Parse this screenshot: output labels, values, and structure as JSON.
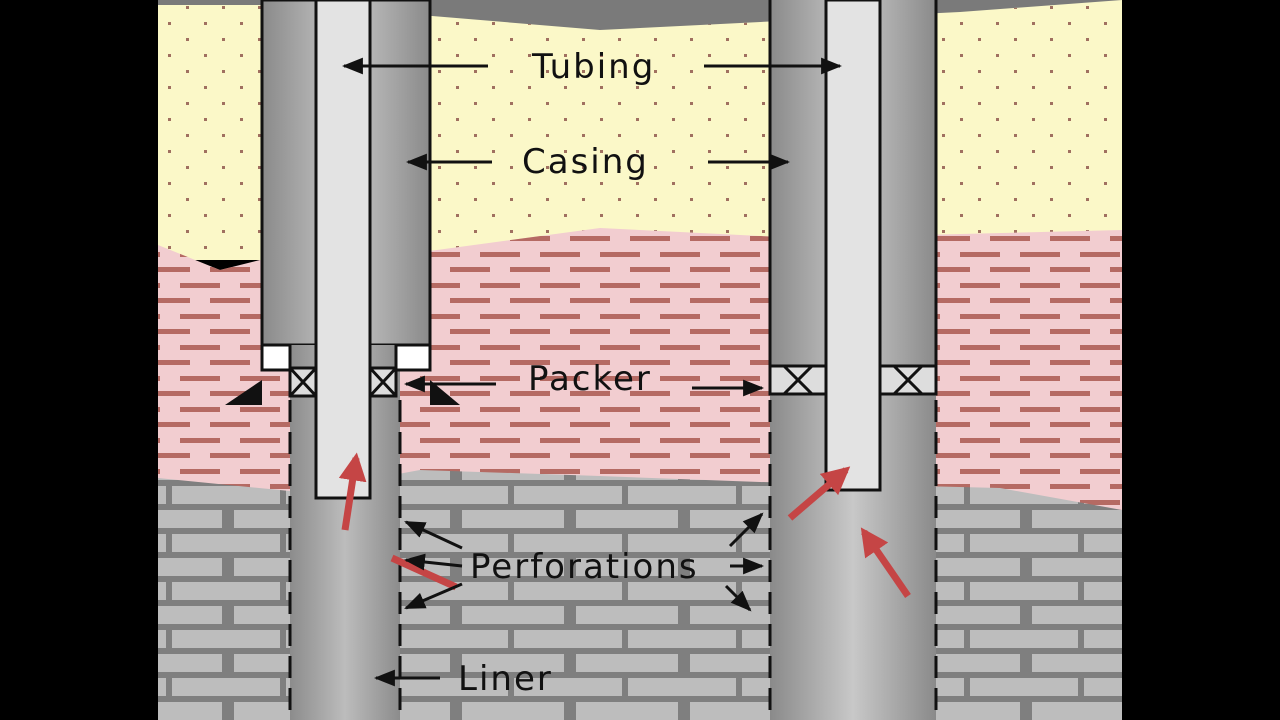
{
  "labels": {
    "tubing": "Tubing",
    "casing": "Casing",
    "packer": "Packer",
    "perforations": "Perforations",
    "liner": "Liner"
  },
  "colors": {
    "sky": "#7a7a7a",
    "sand": "#fbf8c8",
    "sand_dot": "#a07060",
    "shale": "#f2cdd0",
    "shale_dash": "#b56a63",
    "limestone": "#bdbdbd",
    "mortar": "#7f7f7f",
    "pipe_light": "#e3e3e3",
    "pipe_mid": "#9a9a9a",
    "flow_arrow": "#c54545",
    "ink": "#111111"
  },
  "icons": [
    "flow-arrow",
    "label-arrow",
    "packer-seal",
    "cement-wedge"
  ]
}
